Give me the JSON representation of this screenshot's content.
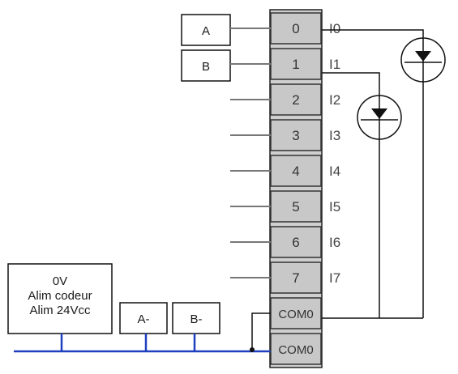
{
  "signal_inputs": [
    {
      "label": "A"
    },
    {
      "label": "B"
    }
  ],
  "terminals": [
    "0",
    "1",
    "2",
    "3",
    "4",
    "5",
    "6",
    "7"
  ],
  "input_labels": [
    "I0",
    "I1",
    "I2",
    "I3",
    "I4",
    "I5",
    "I6",
    "I7"
  ],
  "com_terminals": [
    "COM0",
    "COM0"
  ],
  "power_box": {
    "line1": "0V",
    "line2": "Alim codeur",
    "line3": "Alim 24Vcc"
  },
  "neg_inputs": [
    "A-",
    "B-"
  ],
  "colors": {
    "bus": "#1f3fbf",
    "terminal_fill": "#c8c8c8",
    "wire": "#111111"
  }
}
